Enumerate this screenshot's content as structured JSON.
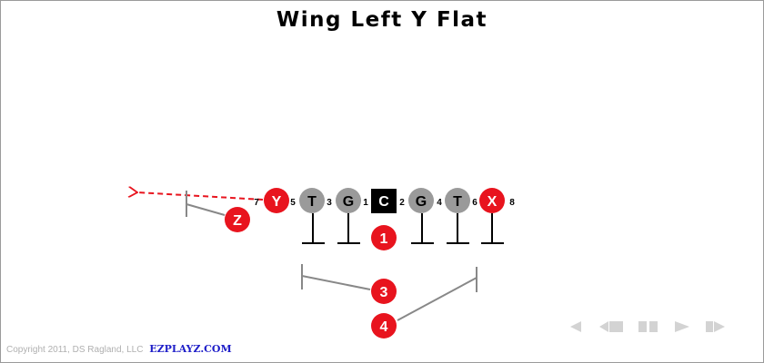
{
  "title": "Wing Left Y Flat",
  "offense": [
    {
      "id": "Y",
      "label": "Y",
      "color": "#e8141e",
      "shape": "circle"
    },
    {
      "id": "T-left",
      "label": "T",
      "color": "#9a9a9a",
      "shape": "circle"
    },
    {
      "id": "G-left",
      "label": "G",
      "color": "#9a9a9a",
      "shape": "circle"
    },
    {
      "id": "C",
      "label": "C",
      "color": "#000000",
      "shape": "square"
    },
    {
      "id": "G-right",
      "label": "G",
      "color": "#9a9a9a",
      "shape": "circle"
    },
    {
      "id": "T-right",
      "label": "T",
      "color": "#9a9a9a",
      "shape": "circle"
    },
    {
      "id": "X",
      "label": "X",
      "color": "#e8141e",
      "shape": "circle"
    },
    {
      "id": "Z",
      "label": "Z",
      "color": "#e8141e",
      "shape": "circle"
    }
  ],
  "backs": [
    {
      "id": "1",
      "label": "1",
      "color": "#e8141e"
    },
    {
      "id": "3",
      "label": "3",
      "color": "#e8141e"
    },
    {
      "id": "4",
      "label": "4",
      "color": "#e8141e"
    }
  ],
  "gap_numbers": [
    "7",
    "5",
    "3",
    "1",
    "2",
    "4",
    "6",
    "8"
  ],
  "route_color": "#e8141e",
  "block_color": "#000000",
  "assignment_color": "#888888",
  "footer": {
    "copyright": "Copyright 2011, DS Ragland, LLC",
    "brand": "EZPLAYZ.COM"
  },
  "nav_icons": [
    "first-icon",
    "rewind-icon",
    "pause-icon",
    "play-icon",
    "fast-forward-icon"
  ]
}
